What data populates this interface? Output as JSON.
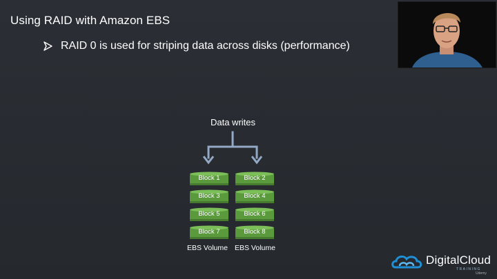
{
  "slide": {
    "title": "Using RAID with Amazon EBS",
    "bullet": "RAID 0 is used for striping data across disks (performance)"
  },
  "diagram": {
    "top_label": "Data writes",
    "volumes": [
      {
        "label": "EBS Volume",
        "blocks": [
          "Block 1",
          "Block 3",
          "Block 5",
          "Block 7"
        ]
      },
      {
        "label": "EBS Volume",
        "blocks": [
          "Block 2",
          "Block 4",
          "Block 6",
          "Block 8"
        ]
      }
    ]
  },
  "logo": {
    "name": "DigitalCloud",
    "sub": "TRAINING",
    "udemy": "Udemy"
  },
  "colors": {
    "background": "#272b30",
    "disk_green": "#5a9a3c",
    "arrow": "#93a9c6",
    "logo_blue": "#1f8fd6"
  }
}
